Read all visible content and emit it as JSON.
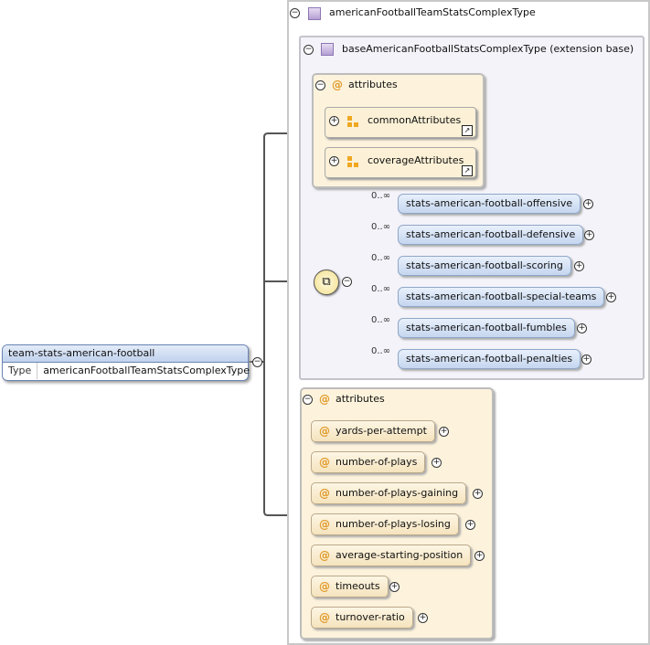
{
  "root": {
    "name": "team-stats-american-football",
    "type_key": "Type",
    "type_value": "americanFootballTeamStatsComplexType"
  },
  "complex_type": {
    "label": "americanFootballTeamStatsComplexType"
  },
  "base_type": {
    "label": "baseAmericanFootballStatsComplexType (extension base)"
  },
  "base_attributes": {
    "label": "attributes",
    "groups": [
      {
        "label": "commonAttributes"
      },
      {
        "label": "coverageAttributes"
      }
    ]
  },
  "sequence": {
    "elements": [
      {
        "occurrence": "0..∞",
        "label": "stats-american-football-offensive"
      },
      {
        "occurrence": "0..∞",
        "label": "stats-american-football-defensive"
      },
      {
        "occurrence": "0..∞",
        "label": "stats-american-football-scoring"
      },
      {
        "occurrence": "0..∞",
        "label": "stats-american-football-special-teams"
      },
      {
        "occurrence": "0..∞",
        "label": "stats-american-football-fumbles"
      },
      {
        "occurrence": "0..∞",
        "label": "stats-american-football-penalties"
      }
    ]
  },
  "ext_attributes": {
    "label": "attributes",
    "items": [
      {
        "label": "yards-per-attempt"
      },
      {
        "label": "number-of-plays"
      },
      {
        "label": "number-of-plays-gaining"
      },
      {
        "label": "number-of-plays-losing"
      },
      {
        "label": "average-starting-position"
      },
      {
        "label": "timeouts"
      },
      {
        "label": "turnover-ratio"
      }
    ]
  },
  "symbols": {
    "collapse": "−",
    "expand": "+",
    "at": "@",
    "link": "↗"
  },
  "colors": {
    "element_fill": "#c5d6ef",
    "attribute_fill": "#fdf3dc",
    "connector": "#555555",
    "accent_orange": "#e09a2a"
  }
}
